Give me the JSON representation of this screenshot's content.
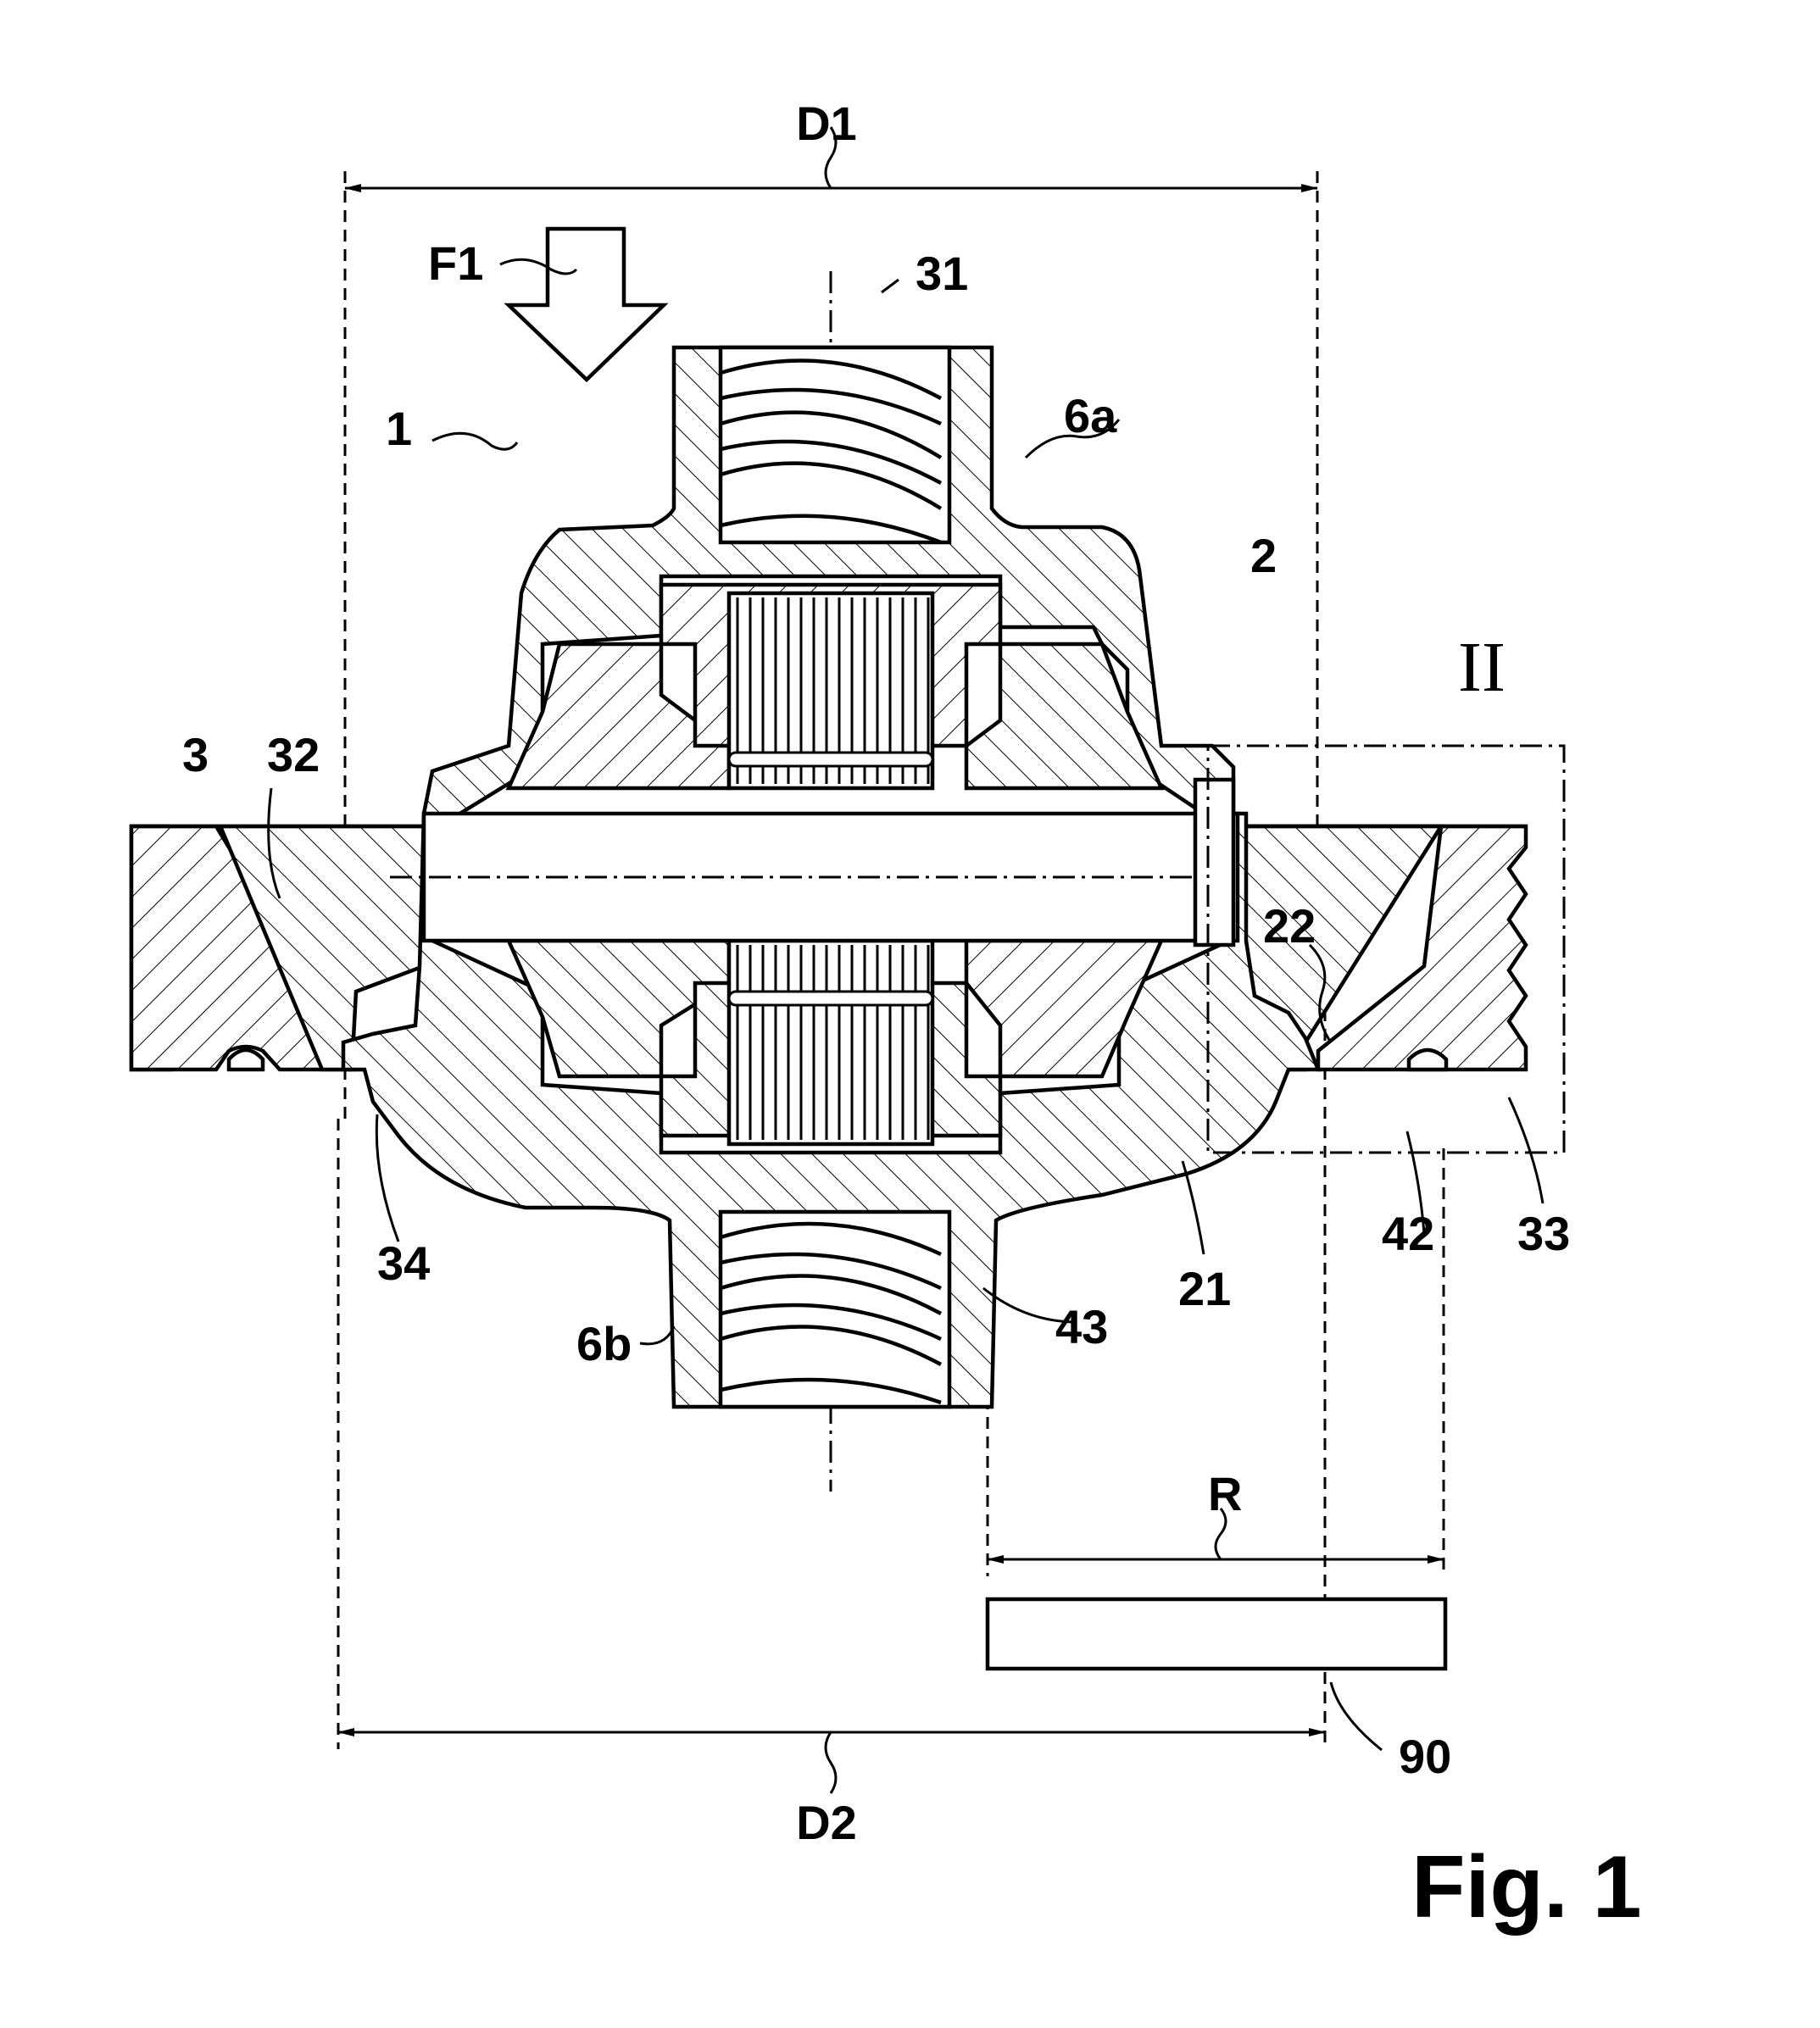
{
  "figure": {
    "caption": "Fig. 1",
    "detail_marker": "II"
  },
  "labels": {
    "D1": "D1",
    "D2": "D2",
    "F1": "F1",
    "L31": "31",
    "L1": "1",
    "L6a": "6a",
    "L2": "2",
    "L3": "3",
    "L32": "32",
    "L22": "22",
    "L34": "34",
    "L21": "21",
    "L42": "42",
    "L33": "33",
    "L6b": "6b",
    "L43": "43",
    "R": "R",
    "L90": "90"
  }
}
